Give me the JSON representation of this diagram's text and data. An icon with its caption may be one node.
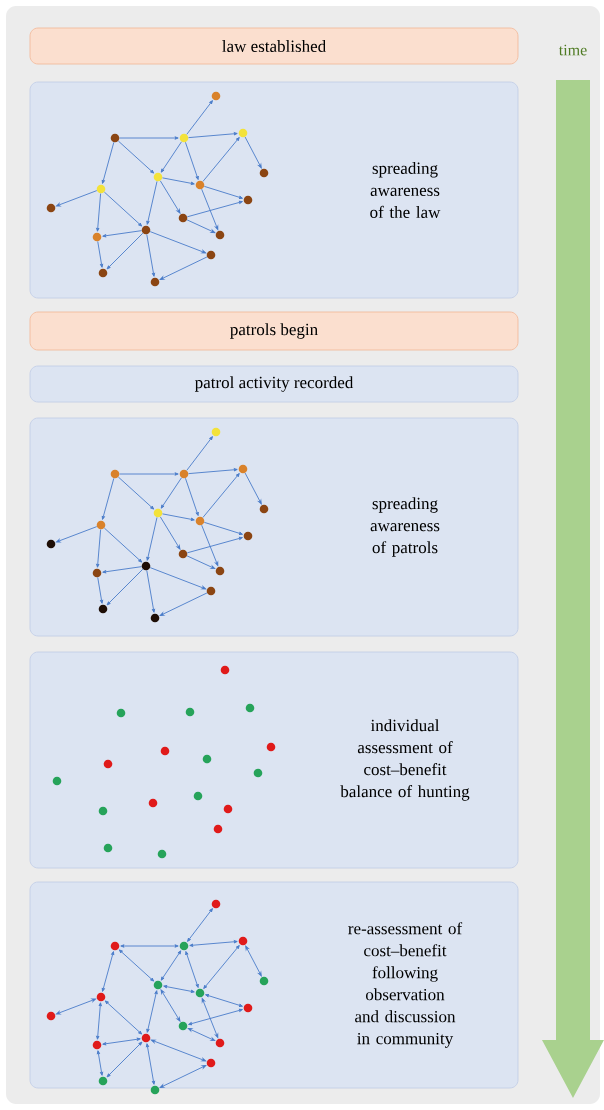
{
  "diagram": {
    "nodes": [
      {
        "text": [
          "law established"
        ]
      },
      {
        "text": [
          "spreading awareness of the law"
        ]
      },
      {
        "text": [
          "patrols begin"
        ]
      },
      {
        "text": [
          "patrol activity recorded"
        ]
      },
      {
        "text": [
          "spreading awareness of patrols"
        ]
      },
      {
        "text": [
          "individual assessment of cost–benefit balance of hunting"
        ]
      },
      {
        "text": [
          "re-assessment of cost–benefit following observation and discussion in community"
        ]
      }
    ],
    "labels": [
      "time"
    ]
  }
}
